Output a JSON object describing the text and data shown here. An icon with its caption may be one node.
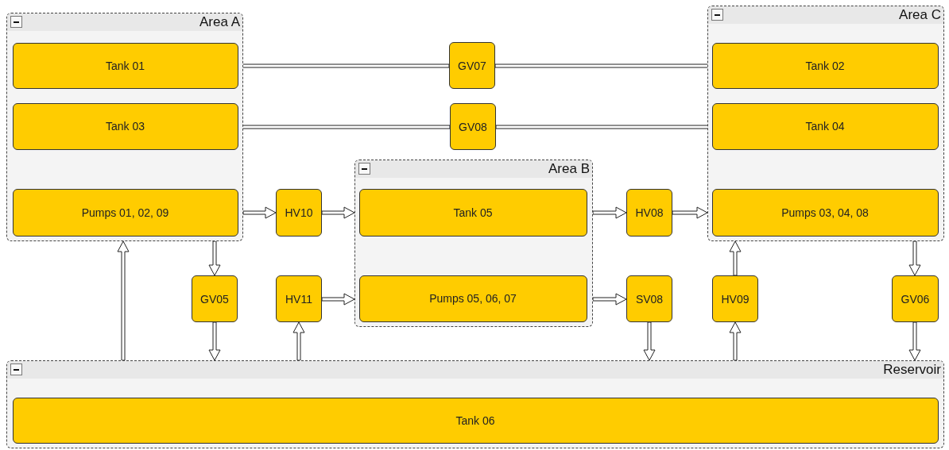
{
  "diagram": {
    "nodes": [
      {
        "text": [
          "Area A"
        ]
      },
      {
        "text": [
          "Tank 01"
        ],
        "in": 0
      },
      {
        "text": [
          "Tank 03"
        ],
        "in": 0
      },
      {
        "text": [
          "Pumps 01, 02, 09"
        ],
        "in": 0
      },
      {
        "text": [
          "GV07"
        ]
      },
      {
        "text": [
          "Area C"
        ]
      },
      {
        "text": [
          "Tank 02"
        ],
        "in": 5
      },
      {
        "text": [
          "GV08"
        ]
      },
      {
        "text": [
          "Tank 04"
        ],
        "in": 5
      },
      {
        "text": [
          "Area B"
        ]
      },
      {
        "text": [
          "HV10"
        ]
      },
      {
        "text": [
          "Tank 05"
        ],
        "in": 9
      },
      {
        "text": [
          "HV08"
        ]
      },
      {
        "text": [
          "Pumps 03, 04, 08"
        ],
        "in": 5
      },
      {
        "text": [
          "GV05"
        ]
      },
      {
        "text": [
          "HV11"
        ]
      },
      {
        "text": [
          "Pumps 05, 06, 07"
        ],
        "in": 9
      },
      {
        "text": [
          "SV08"
        ]
      },
      {
        "text": [
          "HV09"
        ]
      },
      {
        "text": [
          "GV06"
        ]
      },
      {
        "text": [
          "Reservoir"
        ]
      },
      {
        "text": [
          "Tank 06"
        ],
        "in": 20
      }
    ],
    "edges": [
      {
        "from": 1,
        "to": 4,
        "arrow": "none"
      },
      {
        "from": 4,
        "to": 6,
        "arrow": "none"
      },
      {
        "from": 2,
        "to": 7,
        "arrow": "none"
      },
      {
        "from": 7,
        "to": 8,
        "arrow": "none"
      },
      {
        "from": 0,
        "to": 10,
        "arrow": "to"
      },
      {
        "from": 10,
        "to": 9,
        "arrow": "to"
      },
      {
        "from": 9,
        "to": 12,
        "arrow": "to"
      },
      {
        "from": 12,
        "to": 5,
        "arrow": "to"
      },
      {
        "from": 0,
        "to": 14,
        "arrow": "to"
      },
      {
        "from": 14,
        "to": 20,
        "arrow": "to"
      },
      {
        "from": 20,
        "to": 0,
        "arrow": "to"
      },
      {
        "from": 20,
        "to": 15,
        "arrow": "to"
      },
      {
        "from": 15,
        "to": 9,
        "arrow": "to"
      },
      {
        "from": 9,
        "to": 17,
        "arrow": "to"
      },
      {
        "from": 17,
        "to": 20,
        "arrow": "to"
      },
      {
        "from": 20,
        "to": 18,
        "arrow": "to"
      },
      {
        "from": 18,
        "to": 5,
        "arrow": "to"
      },
      {
        "from": 5,
        "to": 19,
        "arrow": "to"
      },
      {
        "from": 19,
        "to": 20,
        "arrow": "to"
      }
    ]
  }
}
